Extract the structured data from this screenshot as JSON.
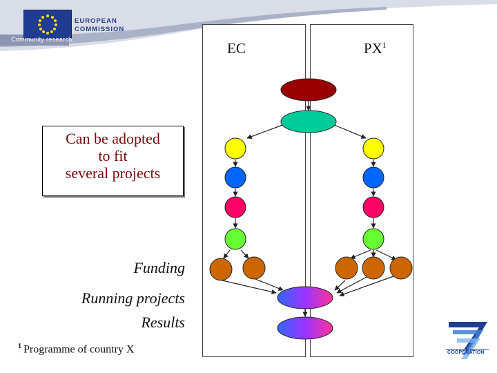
{
  "header": {
    "logo_line1": "EUROPEAN",
    "logo_line2": "COMMISSION",
    "logo_sub": "Community research"
  },
  "lanes": {
    "ec": "EC",
    "px": "PX",
    "px_sup": "1"
  },
  "callout": {
    "line1": "Can be adopted",
    "line2": "to fit",
    "line3": "several projects"
  },
  "side_labels": {
    "funding": "Funding",
    "running": "Running projects",
    "results": "Results"
  },
  "footnote": {
    "mark": "1",
    "text": "Programme of country X"
  },
  "fp7": {
    "text": "COOPERATION"
  },
  "colors": {
    "root": "#990000",
    "teal": "#00cc99",
    "yellow": "#ffff00",
    "blue": "#0066ff",
    "pink": "#ff0066",
    "green": "#66ff33",
    "orange": "#cc6600",
    "brand_blue": "#1f3c91"
  }
}
